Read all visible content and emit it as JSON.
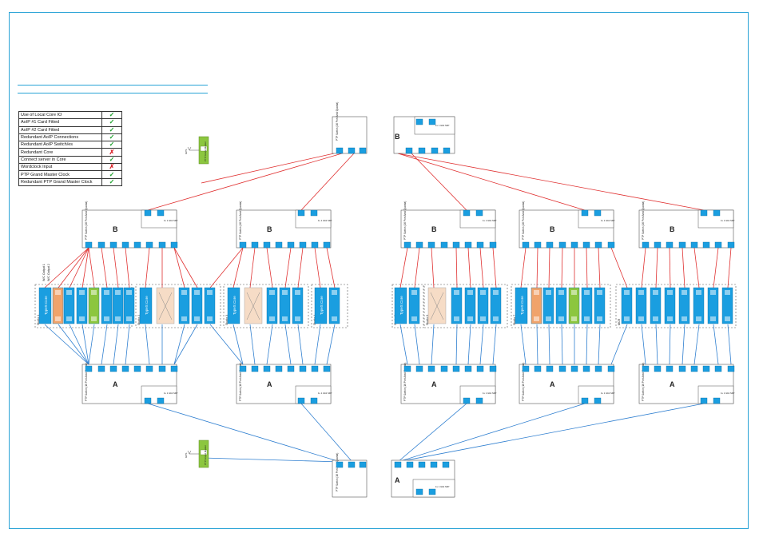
{
  "legend": {
    "rows": [
      {
        "label": "Use of Local Core IO",
        "status": "yes"
      },
      {
        "label": "AoIP #1 Card Fitted",
        "status": "yes"
      },
      {
        "label": "AoIP #2 Card Fitted",
        "status": "yes"
      },
      {
        "label": "Redundant AoIP Connections",
        "status": "yes"
      },
      {
        "label": "Redundant AoIP Switch/es",
        "status": "yes"
      },
      {
        "label": "Redundant Core",
        "status": "no"
      },
      {
        "label": "Connect server in Core",
        "status": "yes"
      },
      {
        "label": "Wordclock Input",
        "status": "no"
      },
      {
        "label": "PTP Grand Master Clock",
        "status": "yes"
      },
      {
        "label": "Redundant PTP Grand Master Clock",
        "status": "yes"
      }
    ],
    "yes_glyph": "✓",
    "no_glyph": "✗"
  },
  "network_labels": {
    "primary": "A",
    "secondary": "B"
  },
  "switch_text": "PTP Switch (16 Port Amd Quanta)",
  "uplink_text": "1x 1 Gbit SFP",
  "gps_label": "GPS",
  "gps_clock_text": "PTP Grand Master",
  "core_label": "TypeS Core",
  "wc_outputs": [
    "W/C Output 1",
    "W/C Output 2"
  ],
  "studios": [
    "Studio 1",
    "Studio 2",
    "Studio 3",
    "Studio 4",
    "Studio 5",
    "Studio 6",
    "Studio 7",
    "MCR"
  ],
  "colors": {
    "frame": "#29a3d6",
    "port": "#1a9ee0",
    "link_a": "#2f7fd0",
    "link_b": "#e03030",
    "core_orange": "#f0a36b",
    "gps_green": "#8cc63f"
  }
}
